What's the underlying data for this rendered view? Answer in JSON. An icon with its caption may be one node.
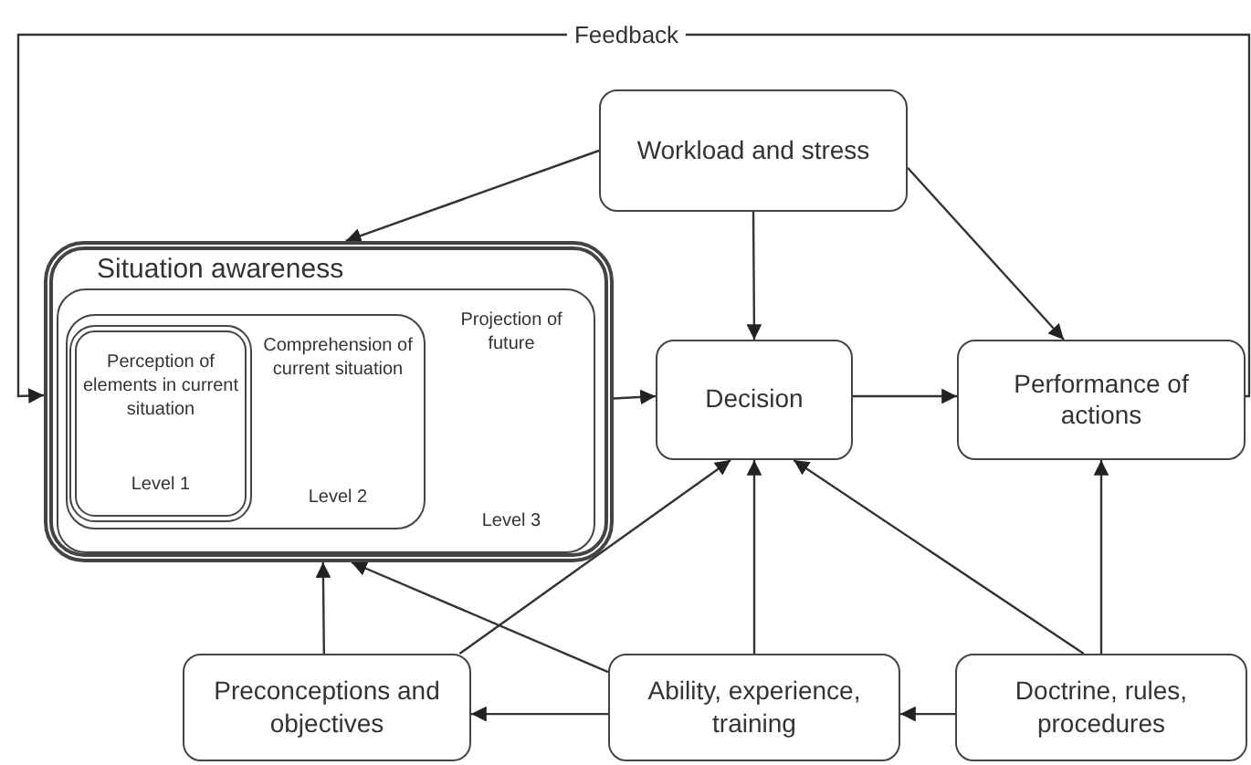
{
  "diagram": {
    "nodes": [
      {
        "text": [
          "Situation awareness"
        ]
      },
      {
        "text": [
          "Projection of future",
          "Level 3"
        ],
        "in": 0
      },
      {
        "text": [
          "Comprehension of current situation",
          "Level 2"
        ],
        "in": 1
      },
      {
        "text": [
          "Perception of elements in current situation",
          "Level 1"
        ],
        "in": 2
      },
      {
        "text": [
          "Workload and stress"
        ]
      },
      {
        "text": [
          "Decision"
        ]
      },
      {
        "text": [
          "Performance of actions"
        ]
      },
      {
        "text": [
          "Preconceptions and objectives"
        ]
      },
      {
        "text": [
          "Ability, experience, training"
        ]
      },
      {
        "text": [
          "Doctrine, rules, procedures"
        ]
      }
    ],
    "edges": [
      {
        "from": 4,
        "to": 0,
        "arrow": "to"
      },
      {
        "from": 4,
        "to": 5,
        "arrow": "to"
      },
      {
        "from": 4,
        "to": 6,
        "arrow": "to"
      },
      {
        "from": 0,
        "to": 5,
        "arrow": "to"
      },
      {
        "from": 5,
        "to": 6,
        "arrow": "to"
      },
      {
        "from": 7,
        "to": 0,
        "arrow": "to"
      },
      {
        "from": 7,
        "to": 5,
        "arrow": "to"
      },
      {
        "from": 8,
        "to": 0,
        "arrow": "to"
      },
      {
        "from": 8,
        "to": 5,
        "arrow": "to"
      },
      {
        "from": 8,
        "to": 7,
        "arrow": "to"
      },
      {
        "from": 9,
        "to": 5,
        "arrow": "to"
      },
      {
        "from": 9,
        "to": 6,
        "arrow": "to"
      },
      {
        "from": 9,
        "to": 8,
        "arrow": "to"
      },
      {
        "from": 6,
        "to": 0,
        "arrow": "to",
        "label": "Feedback"
      }
    ]
  }
}
